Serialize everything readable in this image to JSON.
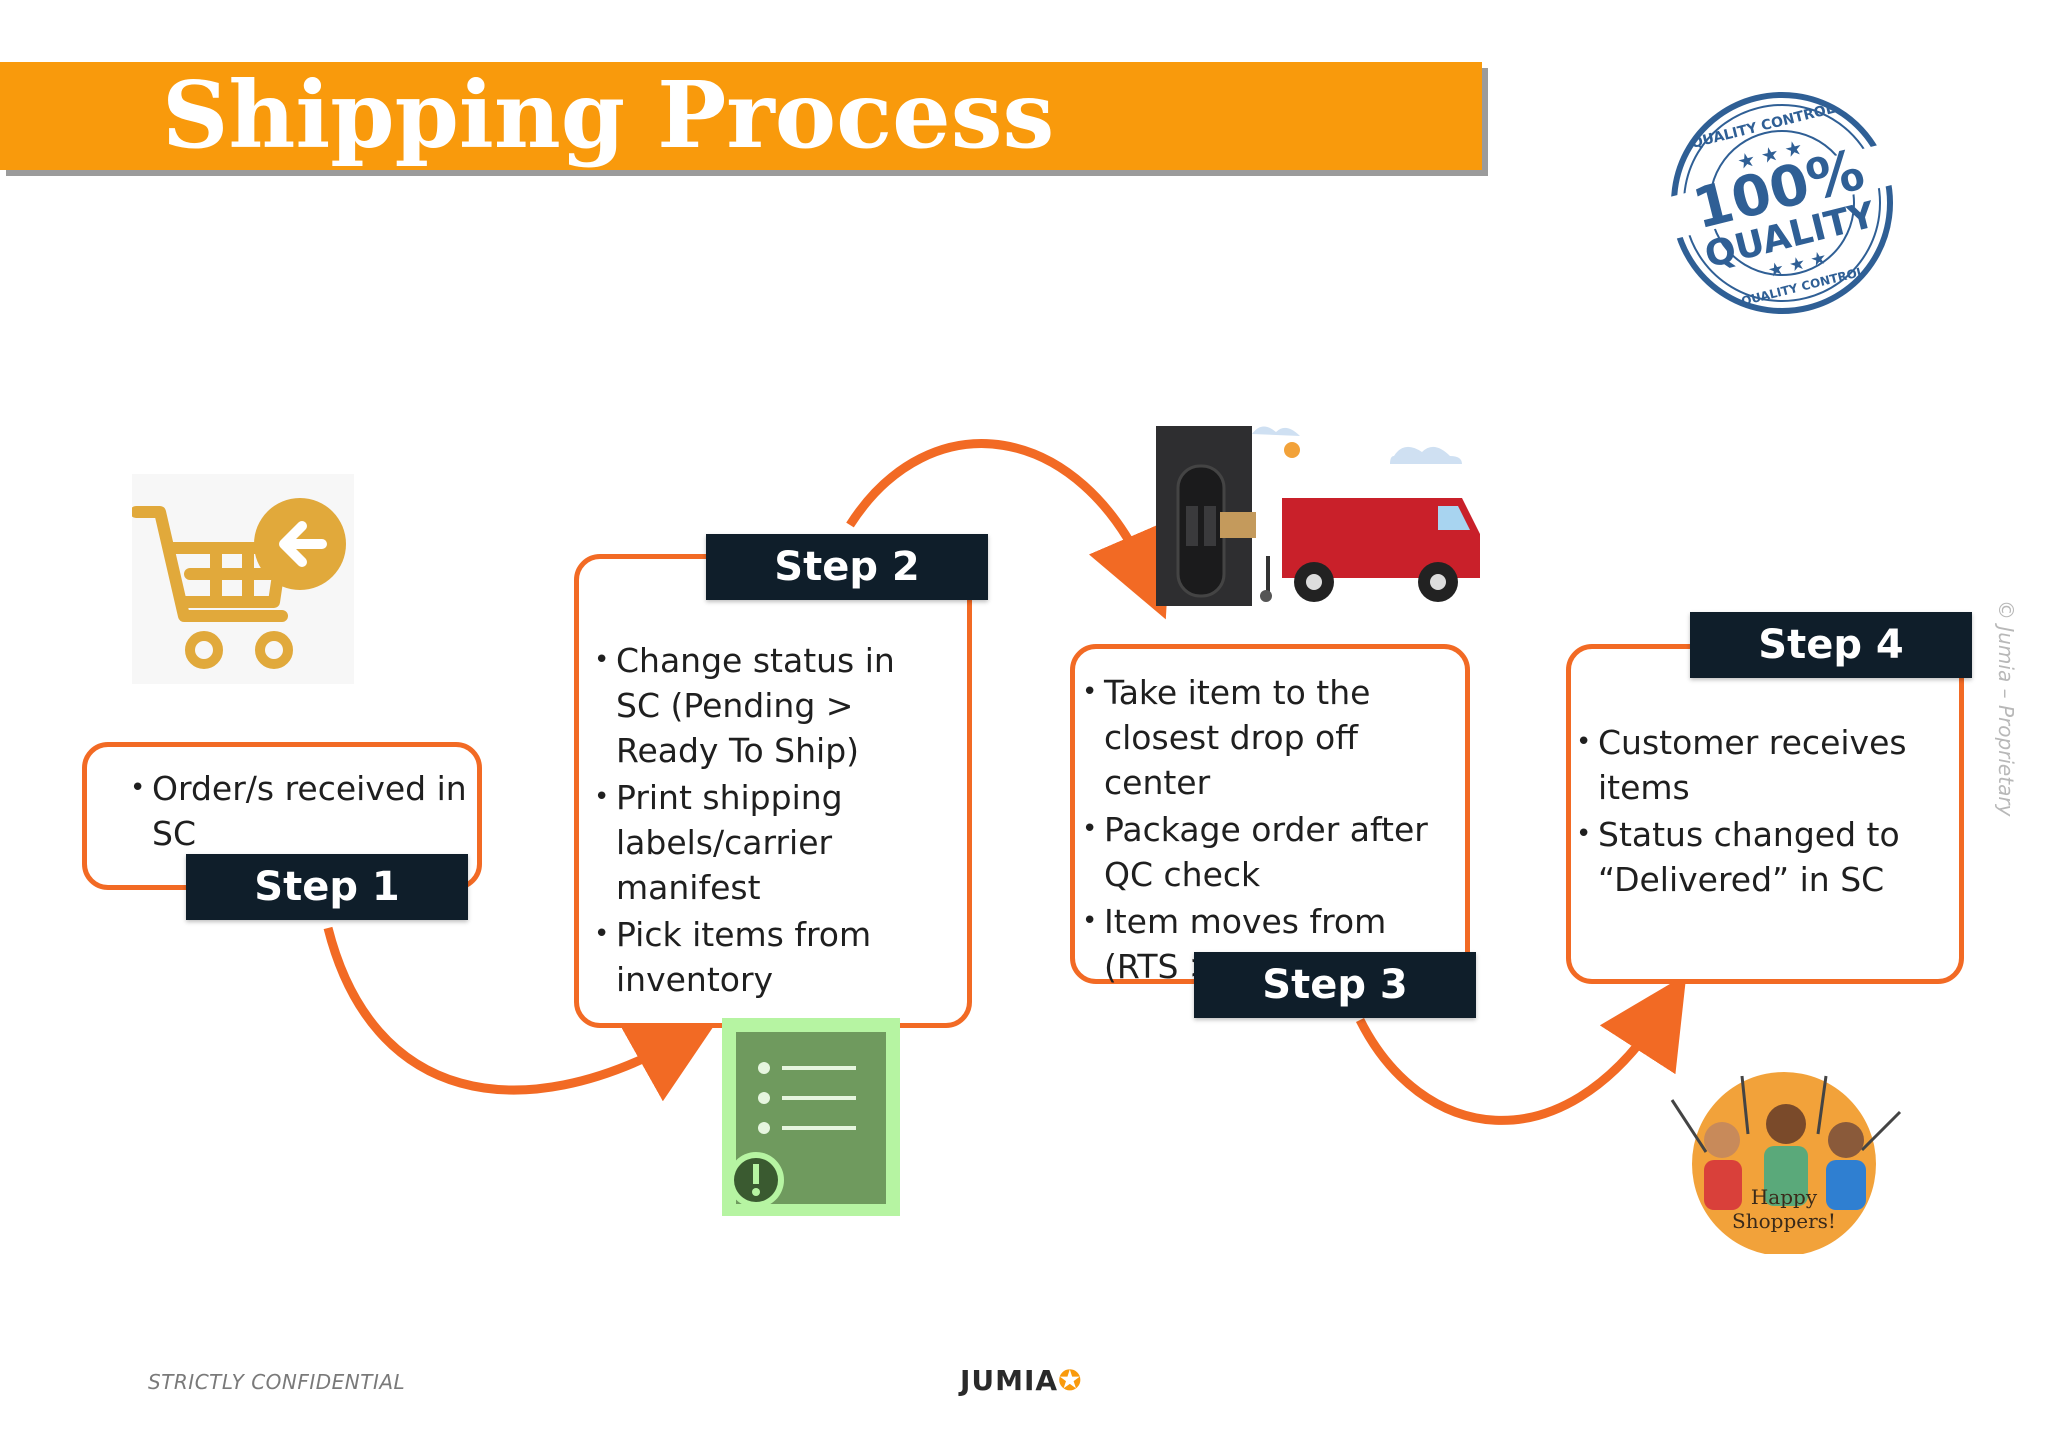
{
  "header": {
    "title": "Shipping Process"
  },
  "badge": {
    "top_text": "QUALITY CONTROL",
    "big_text": "100%",
    "word": "QUALITY",
    "bottom_text": "QUALITY CONTROL",
    "color": "#2f5f95"
  },
  "steps": [
    {
      "label": "Step 1",
      "bullets": [
        "Order/s received in SC"
      ]
    },
    {
      "label": "Step 2",
      "bullets": [
        "Change status in SC (Pending > Ready To Ship)",
        "Print shipping labels/carrier manifest",
        "Pick items from inventory"
      ]
    },
    {
      "label": "Step 3",
      "bullets": [
        "Take item to the closest drop off center",
        "Package order after QC check",
        "Item moves from (RTS > Shipped)"
      ]
    },
    {
      "label": "Step 4",
      "bullets": [
        "Customer receives items",
        "Status changed to “Delivered” in SC"
      ]
    }
  ],
  "illustrations": {
    "cart": "shopping-cart-icon",
    "checklist": "checklist-icon",
    "truck": "delivery-truck-icon",
    "shoppers": "happy-shoppers-icon",
    "shoppers_text": "Happy Shoppers!"
  },
  "footer": {
    "confidential": "STRICTLY CONFIDENTIAL",
    "brand": "JUMIA",
    "watermark": "© Jumia – Proprietary"
  },
  "colors": {
    "banner": "#f99a0c",
    "flow_arrow": "#f26a24",
    "step_label": "#0f1e2a",
    "cart": "#e1a93b",
    "checklist": "#6f9a5e",
    "truck": "#c9202a"
  }
}
